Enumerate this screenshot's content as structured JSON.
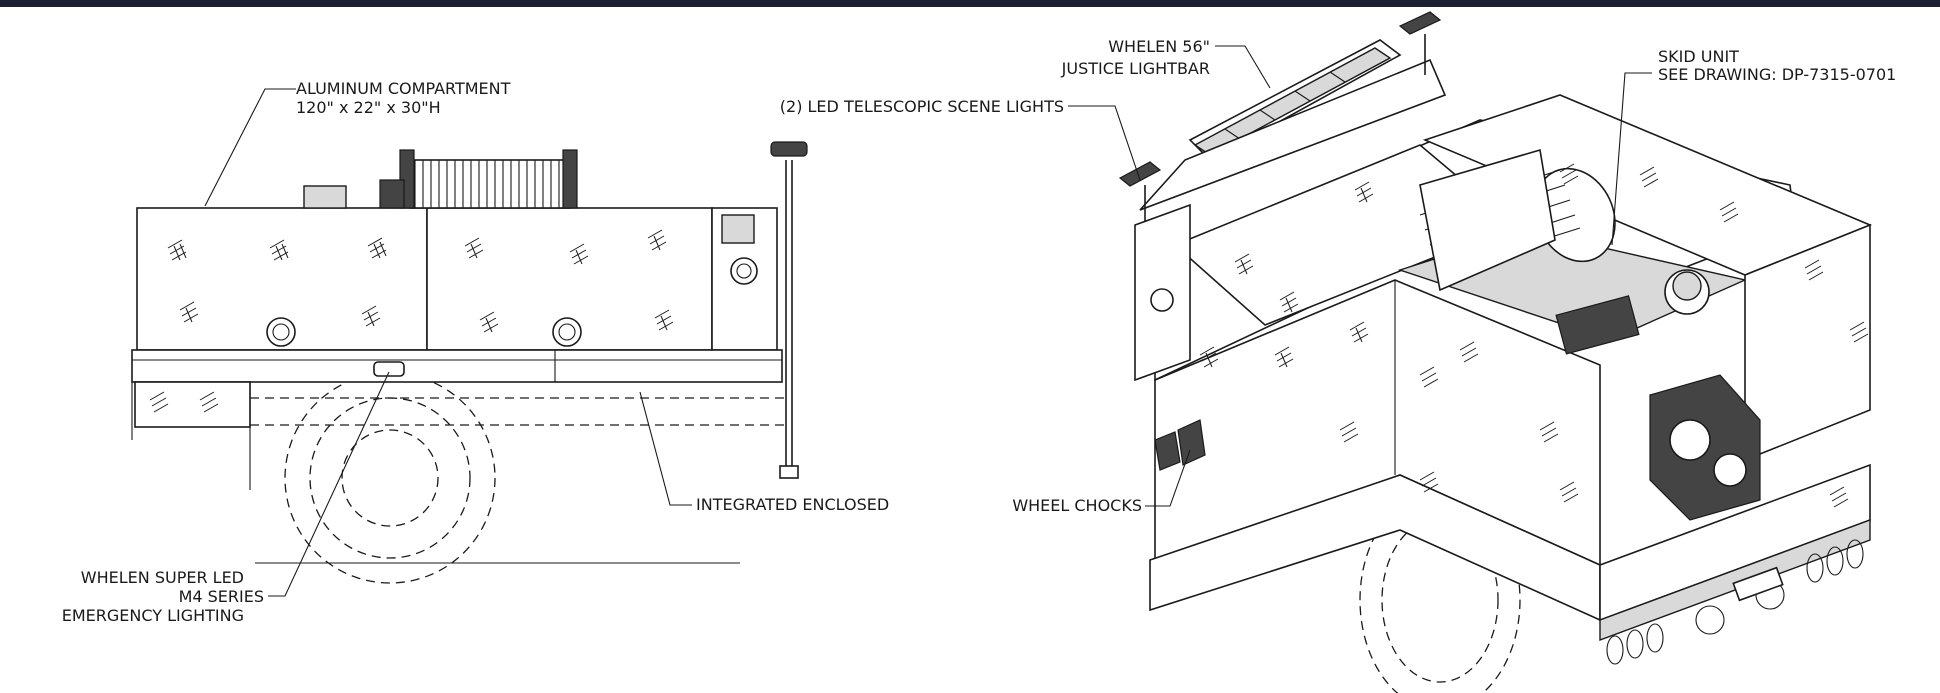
{
  "labels": {
    "aluminum_compartment_line1": "ALUMINUM COMPARTMENT",
    "aluminum_compartment_line2": "120\" x 22\" x 30\"H",
    "scene_lights": "(2) LED TELESCOPIC SCENE LIGHTS",
    "lightbar_line1": "WHELEN 56\"",
    "lightbar_line2": "JUSTICE LIGHTBAR",
    "skid_unit_line1": "SKID UNIT",
    "skid_unit_line2": "SEE DRAWING: DP-7315-0701",
    "integrated_enclosed": "INTEGRATED ENCLOSED",
    "wheel_chocks": "WHEEL CHOCKS",
    "emergency_line1": "WHELEN SUPER LED",
    "emergency_line2": "M4 SERIES",
    "emergency_line3": "EMERGENCY LIGHTING"
  },
  "colors": {
    "top_bar": "#1c2033",
    "line": "#1a1a1a"
  }
}
